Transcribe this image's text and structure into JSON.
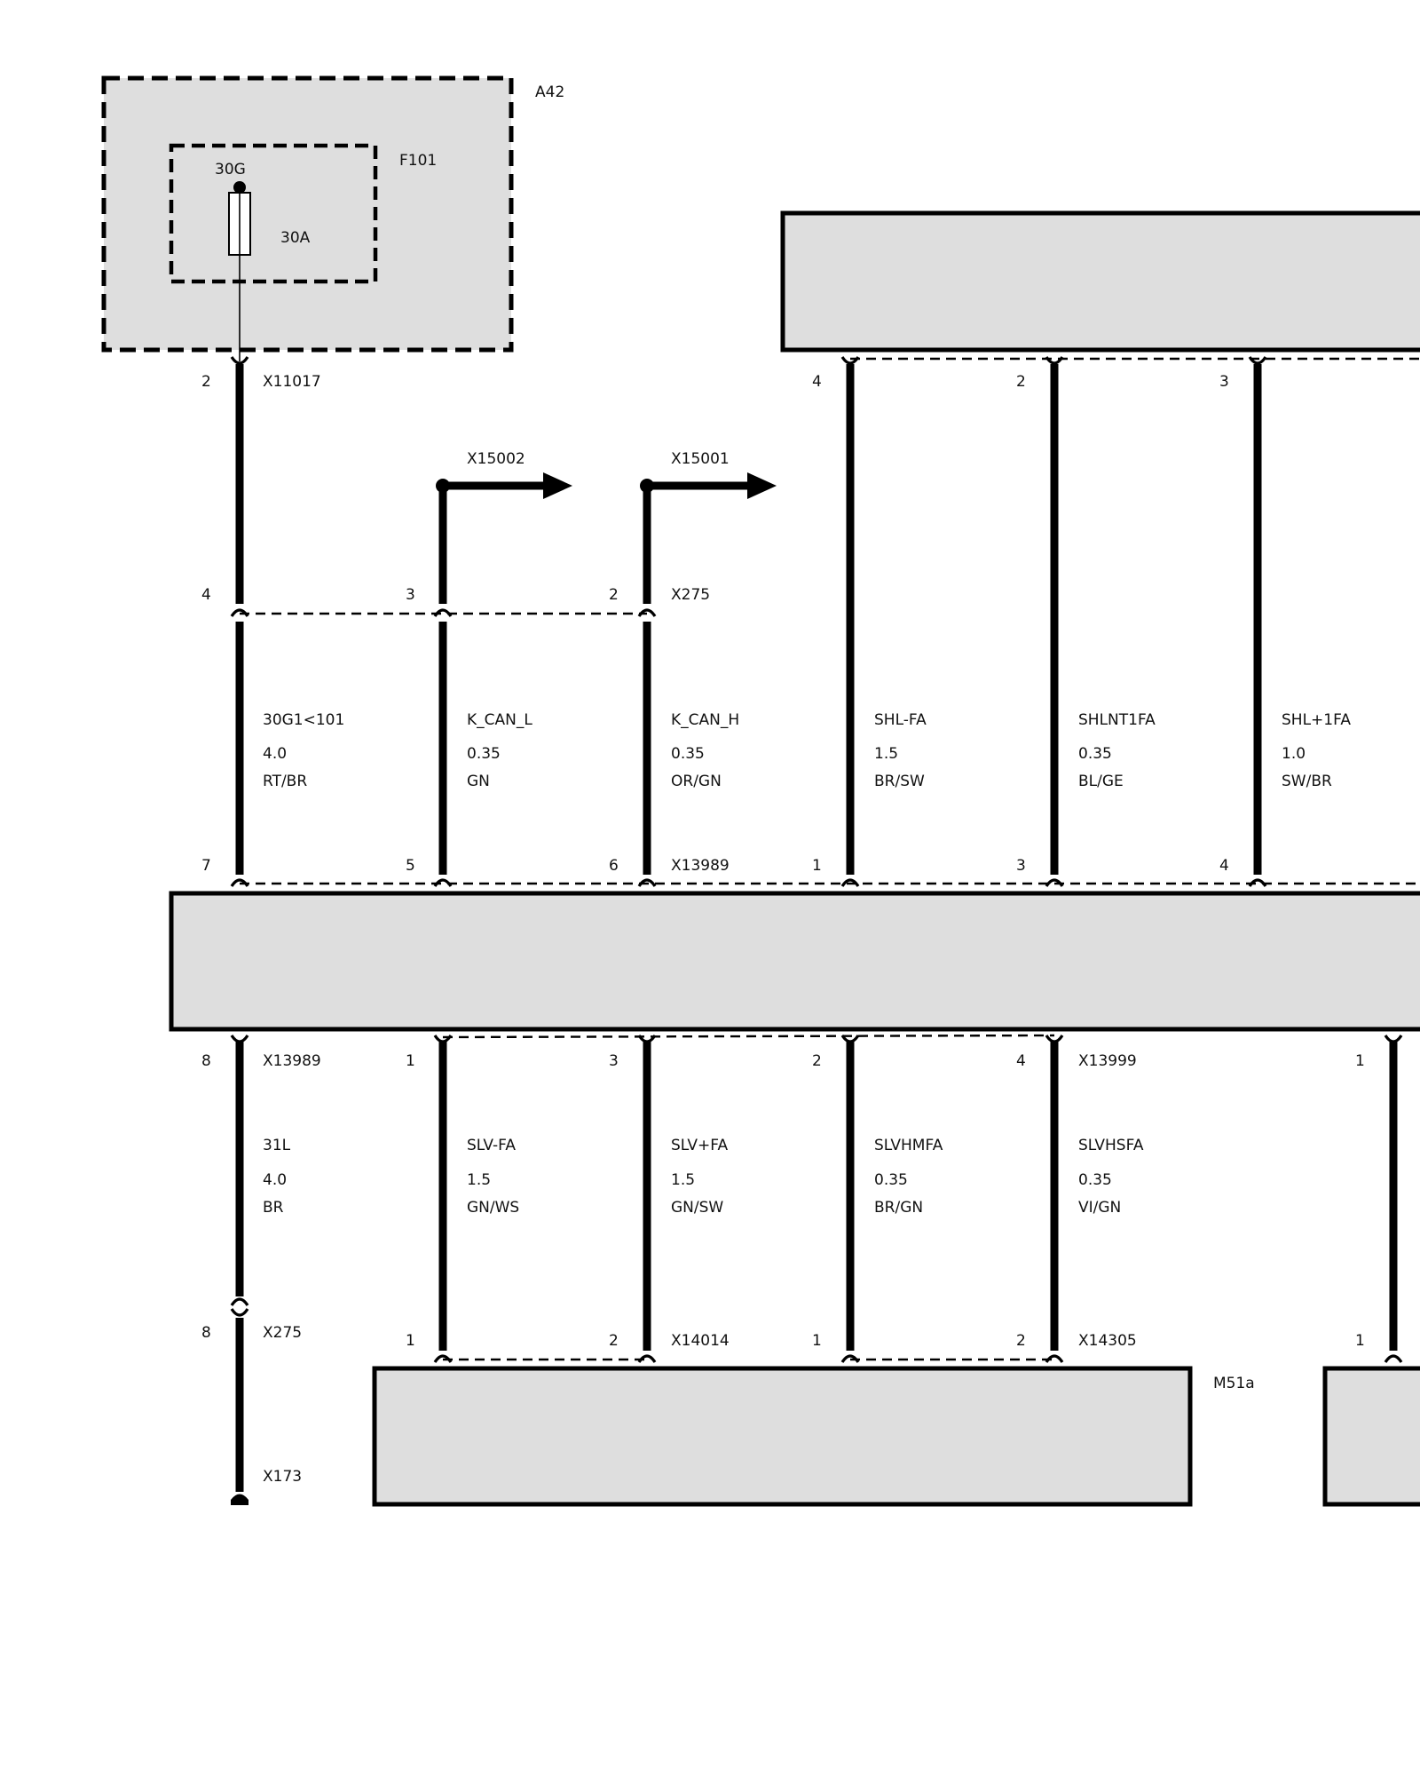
{
  "colors": {
    "component_fill": "#dedede",
    "line": "#000000",
    "background": "#ffffff"
  },
  "components": {
    "a42": "A42",
    "f101": "F101",
    "fuse_terminal": "30G",
    "fuse_rating": "30A",
    "m51a": "M51a"
  },
  "wires_upper": [
    {
      "name": "30G1<101",
      "size": "4.0",
      "color": "RT/BR"
    },
    {
      "name": "K_CAN_L",
      "size": "0.35",
      "color": "GN"
    },
    {
      "name": "K_CAN_H",
      "size": "0.35",
      "color": "OR/GN"
    },
    {
      "name": "SHL-FA",
      "size": "1.5",
      "color": "BR/SW"
    },
    {
      "name": "SHLNT1FA",
      "size": "0.35",
      "color": "BL/GE"
    },
    {
      "name": "SHL+1FA",
      "size": "1.0",
      "color": "SW/BR"
    }
  ],
  "wires_lower": [
    {
      "name": "31L",
      "size": "4.0",
      "color": "BR"
    },
    {
      "name": "SLV-FA",
      "size": "1.5",
      "color": "GN/WS"
    },
    {
      "name": "SLV+FA",
      "size": "1.5",
      "color": "GN/SW"
    },
    {
      "name": "SLVHMFA",
      "size": "0.35",
      "color": "BR/GN"
    },
    {
      "name": "SLVHSFA",
      "size": "0.35",
      "color": "VI/GN"
    }
  ],
  "connectors": {
    "x11017": "X11017",
    "x15002": "X15002",
    "x15001": "X15001",
    "x275_top": "X275",
    "x13989_top": "X13989",
    "x13989_bottom": "X13989",
    "x13999": "X13999",
    "x275_bottom": "X275",
    "x173": "X173",
    "x14014": "X14014",
    "x14305": "X14305"
  },
  "pins": {
    "x11017": [
      "2"
    ],
    "top_shl": [
      "4",
      "2",
      "3"
    ],
    "x275_top": [
      "4",
      "3",
      "2"
    ],
    "x13989_top": [
      "7",
      "5",
      "6",
      "1",
      "3",
      "4"
    ],
    "x13989_bottom": [
      "8"
    ],
    "x13999": [
      "1",
      "3",
      "2",
      "4",
      "1"
    ],
    "x275_bottom": [
      "8"
    ],
    "x14014": [
      "1",
      "2"
    ],
    "x14305": [
      "1",
      "2",
      "1"
    ]
  }
}
